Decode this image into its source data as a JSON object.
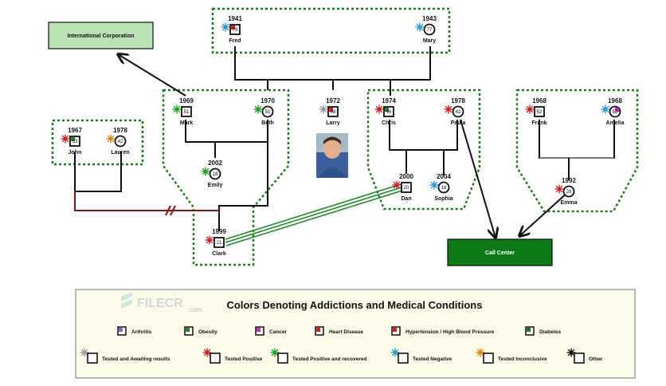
{
  "boxes": {
    "intl": "International Corporation",
    "call": "Call Center"
  },
  "people": [
    {
      "id": "fred",
      "year": "1941",
      "name": "Fred",
      "age": "79",
      "shape": "square",
      "status": "negative",
      "cond": "heart"
    },
    {
      "id": "mary",
      "year": "1943",
      "name": "Mary",
      "age": "77",
      "shape": "circle",
      "status": "negative",
      "cond": "none"
    },
    {
      "id": "mark",
      "year": "1969",
      "name": "Mark",
      "age": "51",
      "shape": "square",
      "status": "recovered",
      "cond": "none"
    },
    {
      "id": "beth",
      "year": "1970",
      "name": "Beth",
      "age": "50",
      "shape": "circle",
      "status": "recovered",
      "cond": "none"
    },
    {
      "id": "larry",
      "year": "1972",
      "name": "Larry",
      "age": "48",
      "shape": "square",
      "status": "awaiting",
      "cond": "heart"
    },
    {
      "id": "chris",
      "year": "1974",
      "name": "Chris",
      "age": "46",
      "shape": "square",
      "status": "positive",
      "cond": "obesity"
    },
    {
      "id": "paula",
      "year": "1978",
      "name": "Paula",
      "age": "42",
      "shape": "circle",
      "status": "positive",
      "cond": "none"
    },
    {
      "id": "frank",
      "year": "1968",
      "name": "Frank",
      "age": "52",
      "shape": "square",
      "status": "positive",
      "cond": "none"
    },
    {
      "id": "amelia",
      "year": "1968",
      "name": "Amelia",
      "age": "52",
      "shape": "circle",
      "status": "negative",
      "cond": "cancer"
    },
    {
      "id": "john",
      "year": "1967",
      "name": "John",
      "age": "53",
      "shape": "square",
      "status": "positive",
      "cond": "obesity"
    },
    {
      "id": "lauren",
      "year": "1978",
      "name": "Lauren",
      "age": "42",
      "shape": "circle",
      "status": "inconclusive",
      "cond": "none"
    },
    {
      "id": "emily",
      "year": "2002",
      "name": "Emily",
      "age": "18",
      "shape": "circle",
      "status": "recovered",
      "cond": "none"
    },
    {
      "id": "dan",
      "year": "2000",
      "name": "Dan",
      "age": "20",
      "shape": "square",
      "status": "positive",
      "cond": "none"
    },
    {
      "id": "sophia",
      "year": "2004",
      "name": "Sophia",
      "age": "16",
      "shape": "circle",
      "status": "negative",
      "cond": "none"
    },
    {
      "id": "emma",
      "year": "1992",
      "name": "Emma",
      "age": "28",
      "shape": "circle",
      "status": "positive",
      "cond": "none"
    },
    {
      "id": "clark",
      "year": "1999",
      "name": "Clark",
      "age": "21",
      "shape": "square",
      "status": "positive",
      "cond": "none"
    }
  ],
  "legend": {
    "title": "Colors Denoting Addictions and Medical Conditions",
    "conditions": [
      {
        "id": "arthritis",
        "label": "Arthritis",
        "color": "#7b68c8"
      },
      {
        "id": "obesity",
        "label": "Obesity",
        "color": "#1f8a2a"
      },
      {
        "id": "cancer",
        "label": "Cancer",
        "color": "#c42bc8"
      },
      {
        "id": "heart",
        "label": "Heart Disease",
        "color": "#d81f1f"
      },
      {
        "id": "hypertension",
        "label": "Hypertension / High Blood Pressure",
        "color": "#d81f1f"
      },
      {
        "id": "diabetes",
        "label": "Diabetes",
        "color": "#1f6f2a"
      }
    ],
    "statuses": [
      {
        "id": "awaiting",
        "label": "Tested and Awaiting results",
        "color": "#9a9a9a"
      },
      {
        "id": "positive",
        "label": "Tested Positive",
        "color": "#d42020"
      },
      {
        "id": "recovered",
        "label": "Tested Positive and recovered",
        "color": "#22a02a"
      },
      {
        "id": "negative",
        "label": "Tested Negative",
        "color": "#2a9ad4"
      },
      {
        "id": "inconclusive",
        "label": "Tested Inconclusive",
        "color": "#d88a10"
      },
      {
        "id": "other",
        "label": "Other",
        "color": "#111111"
      }
    ]
  },
  "watermark": {
    "brand": "FILECR",
    "suffix": ".com"
  },
  "colors": {
    "box_green": "#0b7a17",
    "box_light": "#b9e3b4",
    "group_border": "#1f7a1f",
    "legend_bg": "#fbfbe8",
    "conflict_red": "#8a1414",
    "close_green": "#1e8a2a"
  }
}
